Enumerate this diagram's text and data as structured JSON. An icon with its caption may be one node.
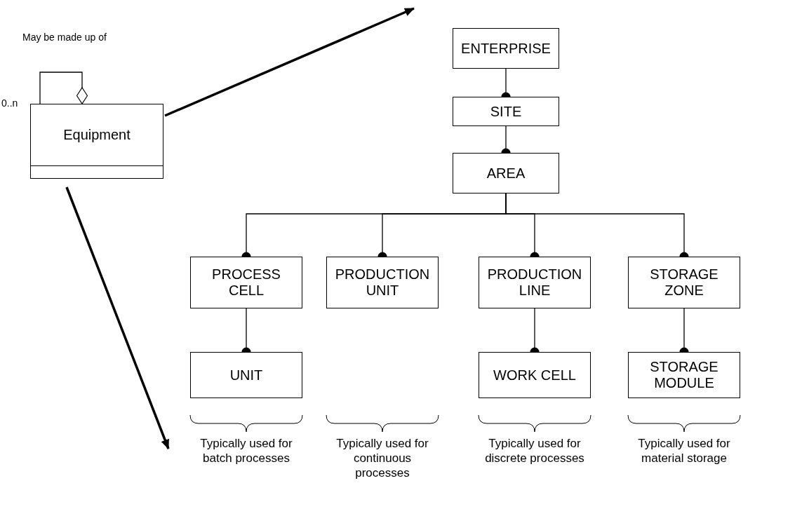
{
  "diagram": {
    "nodes": [
      {
        "text": [
          "Equipment"
        ]
      },
      {
        "text": [
          "ENTERPRISE"
        ]
      },
      {
        "text": [
          "SITE"
        ]
      },
      {
        "text": [
          "AREA"
        ]
      },
      {
        "text": [
          "PROCESS CELL"
        ]
      },
      {
        "text": [
          "PRODUCTION UNIT"
        ]
      },
      {
        "text": [
          "PRODUCTION LINE"
        ]
      },
      {
        "text": [
          "STORAGE ZONE"
        ]
      },
      {
        "text": [
          "UNIT"
        ]
      },
      {
        "text": [
          "WORK CELL"
        ]
      },
      {
        "text": [
          "STORAGE MODULE"
        ]
      }
    ],
    "edges": [
      {
        "from": 0,
        "to": 0,
        "arrow": "other",
        "label": "May be made up of"
      },
      {
        "from": 0,
        "to": null,
        "arrow": "to",
        "style": "thick"
      },
      {
        "from": 0,
        "to": null,
        "arrow": "to",
        "style": "thick"
      },
      {
        "from": 1,
        "to": 2,
        "arrow": "other"
      },
      {
        "from": 2,
        "to": 3,
        "arrow": "other"
      },
      {
        "from": 3,
        "to": 4,
        "arrow": "other"
      },
      {
        "from": 3,
        "to": 5,
        "arrow": "other"
      },
      {
        "from": 3,
        "to": 6,
        "arrow": "other"
      },
      {
        "from": 3,
        "to": 7,
        "arrow": "other"
      },
      {
        "from": 4,
        "to": 8,
        "arrow": "other"
      },
      {
        "from": 6,
        "to": 9,
        "arrow": "other"
      },
      {
        "from": 7,
        "to": 10,
        "arrow": "other"
      }
    ],
    "labels": [
      "0..n",
      "Typically used for batch processes",
      "Typically used for continuous processes",
      "Typically used for discrete processes",
      "Typically used for material storage"
    ]
  }
}
